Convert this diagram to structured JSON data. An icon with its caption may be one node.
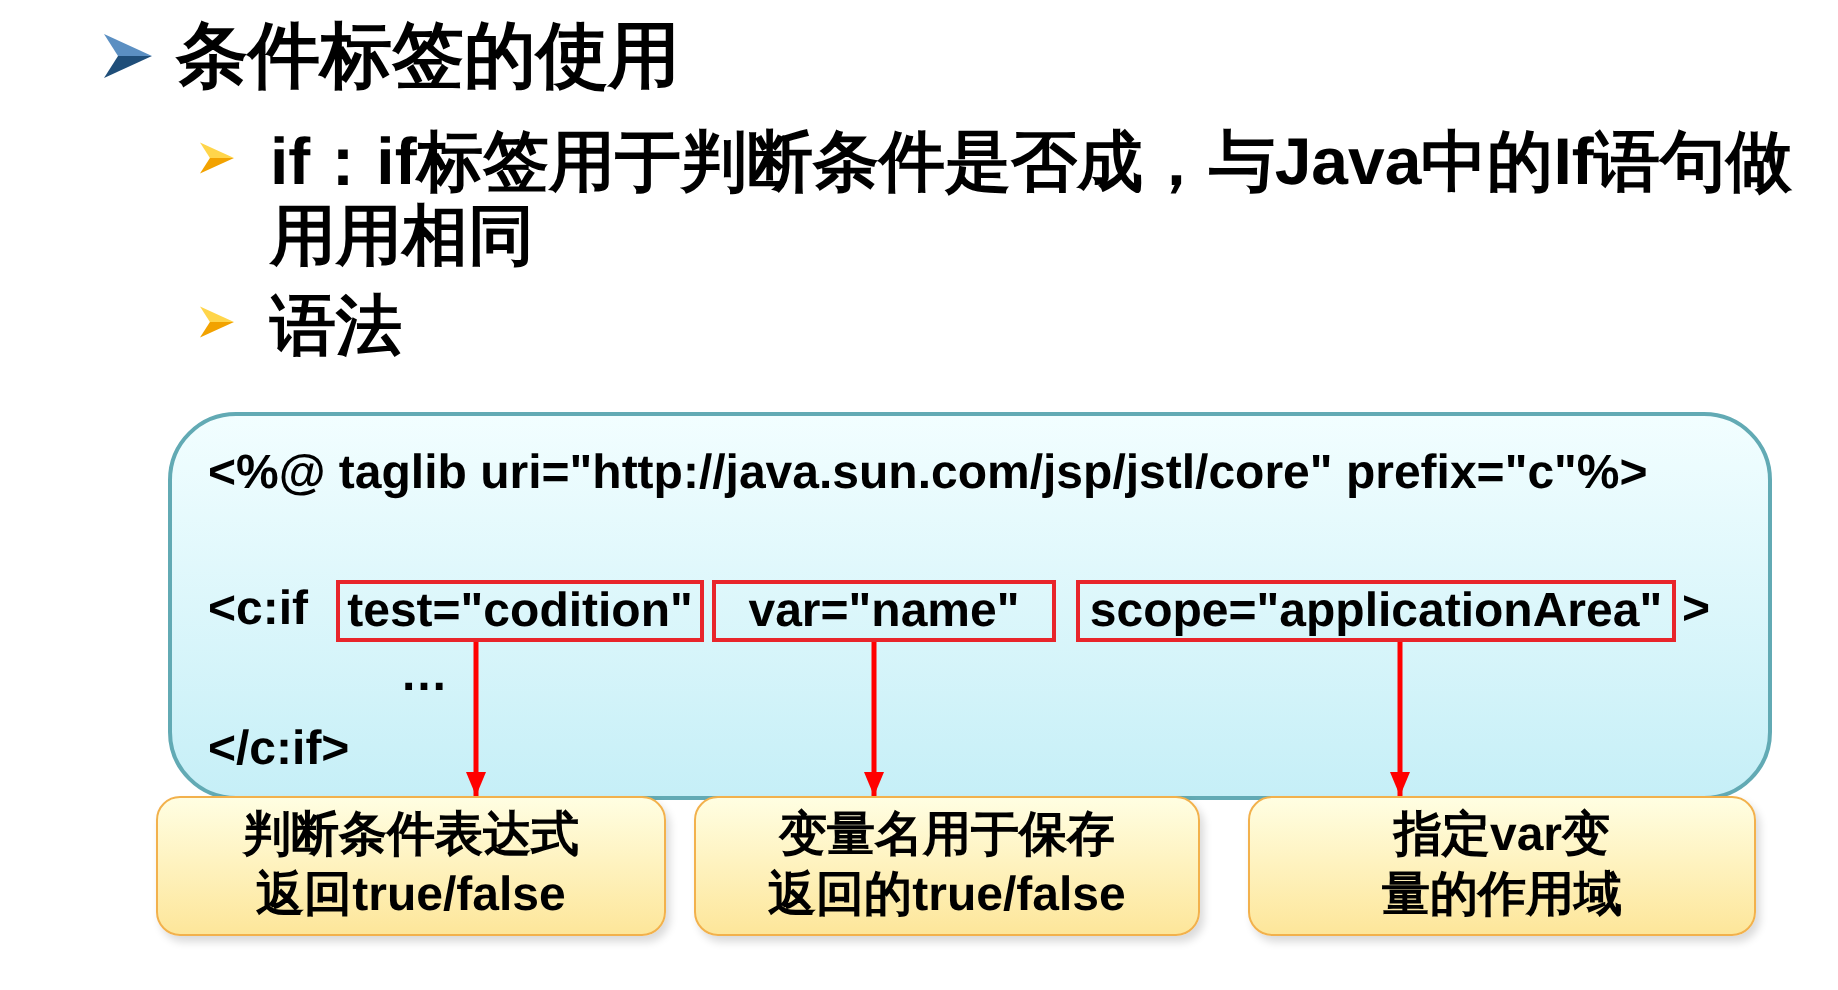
{
  "diagram": {
    "title": "条件标签的使用",
    "nodes": [
      {
        "text": [
          "<%@ taglib uri=\"http://java.sun.com/jsp/jstl/core\" prefix=\"c\"%>",
          "<c:if",
          ">",
          "…",
          "</c:if>"
        ]
      },
      {
        "text": [
          "test=\"codition\""
        ],
        "in": 0
      },
      {
        "text": [
          "var=\"name\""
        ],
        "in": 0
      },
      {
        "text": [
          "scope=\"applicationArea\""
        ],
        "in": 0
      },
      {
        "text": [
          "判断条件表达式返回true/false"
        ]
      },
      {
        "text": [
          "变量名用于保存返回的true/false"
        ]
      },
      {
        "text": [
          "指定var变量的作用域"
        ]
      }
    ],
    "edges": [
      {
        "from": 1,
        "to": 4,
        "arrow": "to"
      },
      {
        "from": 2,
        "to": 5,
        "arrow": "to"
      },
      {
        "from": 3,
        "to": 6,
        "arrow": "to"
      }
    ],
    "labels": [
      "if：if标签用于判断条件是否成，与Java中的If语句做用用相同",
      "语法"
    ]
  }
}
